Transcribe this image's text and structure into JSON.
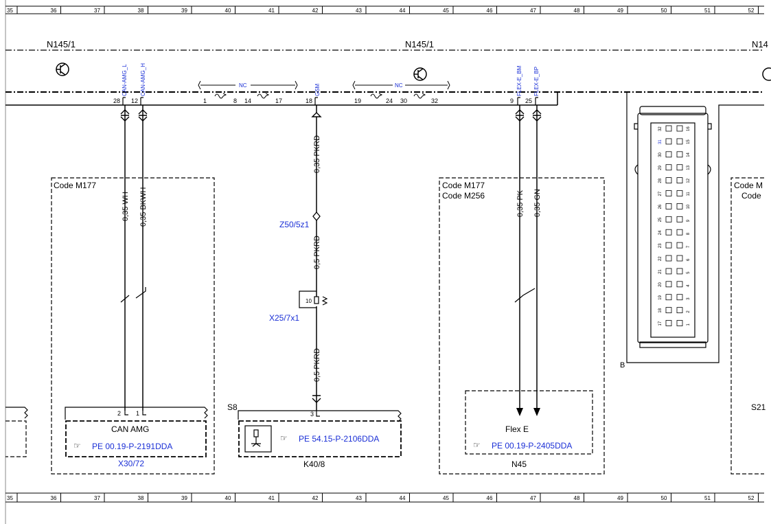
{
  "ruler": {
    "numbers": [
      "35",
      "36",
      "37",
      "38",
      "39",
      "40",
      "41",
      "42",
      "43",
      "44",
      "45",
      "46",
      "47",
      "48",
      "49",
      "50",
      "51",
      "52"
    ]
  },
  "modules": {
    "left": "N145/1",
    "center": "N145/1",
    "right_partial": "N14"
  },
  "signals": {
    "can_amg_l": "CAN-AMG_L",
    "can_amg_h": "CAN-AMG_H",
    "nc_1": "NC",
    "gsm": "GSM",
    "nc_2": "NC",
    "flex_e_bm": "FLEX-E_BM",
    "flex_e_bp": "FLEX-E_BP"
  },
  "pins": {
    "p28": "28",
    "p12": "12",
    "p1": "1",
    "p8": "8",
    "p14": "14",
    "p17": "17",
    "p18": "18",
    "p19": "19",
    "p24": "24",
    "p30": "30",
    "p32": "32",
    "p9": "9",
    "p25": "25",
    "x30_p2": "2",
    "x30_p1": "1",
    "k40_p3": "3",
    "x25_p10": "10"
  },
  "wires": {
    "w1": "0,35 WH",
    "w2": "0,35 BKWH",
    "w3": "0,35 PKRD",
    "w4": "0,5 PKRD",
    "w5": "0,5 PKRD",
    "w6": "0,35 PK",
    "w7": "0,35 GN"
  },
  "components": {
    "z50": "Z50/5z1",
    "x25": "X25/7x1",
    "s8": "S8",
    "k40": "K40/8",
    "x30": "X30/72",
    "n45": "N45",
    "s21": "S21",
    "b_label": "B"
  },
  "boxes": {
    "code_left": "Code M177",
    "code_mid_1": "Code M177",
    "code_mid_2": "Code M256",
    "code_right_1": "Code M",
    "code_right_2": "Code"
  },
  "devices": {
    "can_amg": "CAN AMG",
    "flex_e": "Flex E"
  },
  "refs": {
    "ref_can": "PE 00.19-P-2191DDA",
    "ref_k40": "PE 54.15-P-2106DDA",
    "ref_flex": "PE 00.19-P-2405DDA"
  },
  "connector_pins": {
    "left": [
      "32",
      "31",
      "30",
      "29",
      "28",
      "27",
      "26",
      "25",
      "24",
      "23",
      "22",
      "21",
      "20",
      "19",
      "18",
      "17"
    ],
    "right": [
      "16",
      "15",
      "14",
      "13",
      "12",
      "11",
      "10",
      "9",
      "8",
      "7",
      "6",
      "5",
      "4",
      "3",
      "2",
      "1"
    ]
  },
  "colors": {
    "line": "#000000",
    "link": "#1a2fd6"
  }
}
